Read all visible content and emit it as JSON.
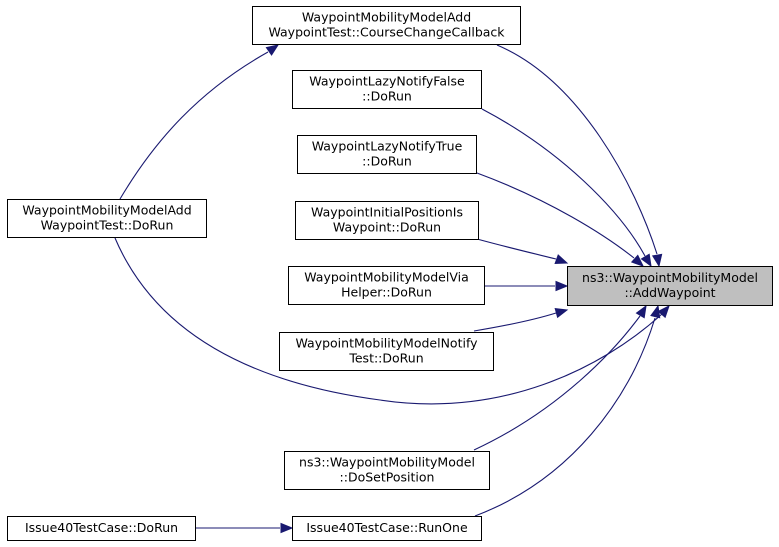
{
  "diagram": {
    "title": "",
    "colors": {
      "edge": "#191970",
      "focus_fill": "#bfbfbf",
      "node_fill": "#ffffff",
      "border": "#000000"
    },
    "nodes": [
      {
        "id": "add_cb",
        "lines": [
          "WaypointMobilityModelAdd",
          "WaypointTest::CourseChangeCallback"
        ]
      },
      {
        "id": "lazy_false",
        "lines": [
          "WaypointLazyNotifyFalse",
          "::DoRun"
        ]
      },
      {
        "id": "lazy_true",
        "lines": [
          "WaypointLazyNotifyTrue",
          "::DoRun"
        ]
      },
      {
        "id": "add_run",
        "lines": [
          "WaypointMobilityModelAdd",
          "WaypointTest::DoRun"
        ]
      },
      {
        "id": "initial",
        "lines": [
          "WaypointInitialPositionIs",
          "Waypoint::DoRun"
        ]
      },
      {
        "id": "helper",
        "lines": [
          "WaypointMobilityModelVia",
          "Helper::DoRun"
        ]
      },
      {
        "id": "notify",
        "lines": [
          "WaypointMobilityModelNotify",
          "Test::DoRun"
        ]
      },
      {
        "id": "target",
        "lines": [
          "ns3::WaypointMobilityModel",
          "::AddWaypoint"
        ],
        "focus": true
      },
      {
        "id": "dosetpos",
        "lines": [
          "ns3::WaypointMobilityModel",
          "::DoSetPosition"
        ]
      },
      {
        "id": "issue_dorun",
        "lines": [
          "Issue40TestCase::DoRun"
        ]
      },
      {
        "id": "issue_runone",
        "lines": [
          "Issue40TestCase::RunOne"
        ]
      }
    ],
    "edges": [
      {
        "from": "add_cb",
        "to": "target"
      },
      {
        "from": "lazy_false",
        "to": "target"
      },
      {
        "from": "lazy_true",
        "to": "target"
      },
      {
        "from": "initial",
        "to": "target"
      },
      {
        "from": "helper",
        "to": "target"
      },
      {
        "from": "notify",
        "to": "target"
      },
      {
        "from": "add_run",
        "to": "target"
      },
      {
        "from": "dosetpos",
        "to": "target"
      },
      {
        "from": "issue_runone",
        "to": "target"
      },
      {
        "from": "add_run",
        "to": "add_cb"
      },
      {
        "from": "issue_dorun",
        "to": "issue_runone"
      }
    ]
  }
}
